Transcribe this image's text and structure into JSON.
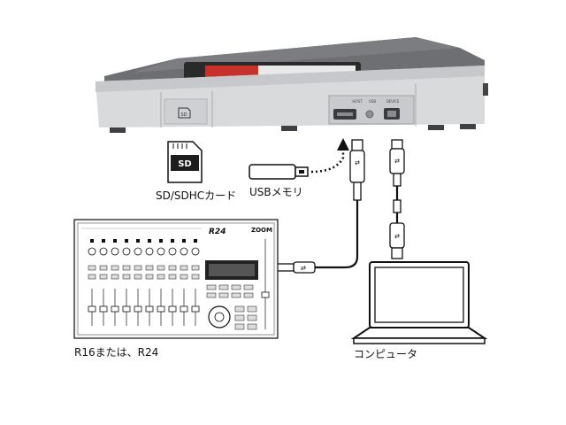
{
  "labels": {
    "sd_card": "SD/SDHCカード",
    "usb_memory": "USBメモリ",
    "mixer": "R16または、R24",
    "computer": "コンピュータ"
  },
  "device_ports": {
    "host": "HOST",
    "usb": "USB",
    "device": "DEVICE"
  },
  "mixer_panel": {
    "model": "R24",
    "brand": "ZOOM"
  },
  "arrow_style": "dotted"
}
